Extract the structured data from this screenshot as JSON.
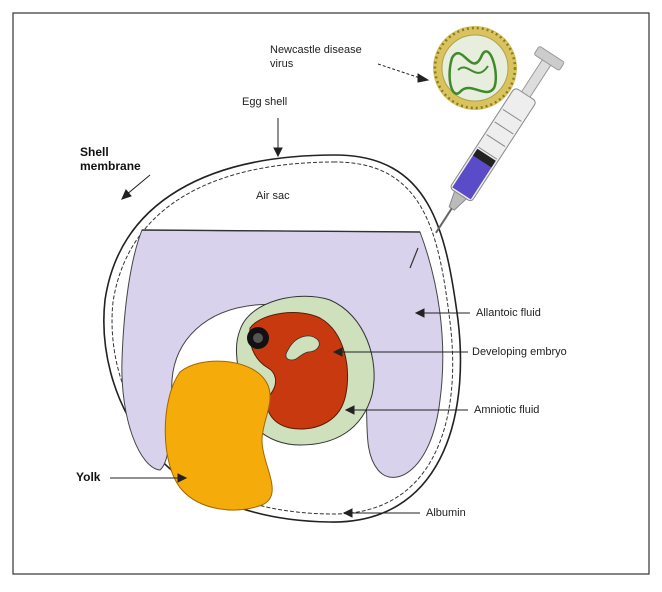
{
  "labels": {
    "newcastle_line1": "Newcastle disease",
    "newcastle_line2": "virus",
    "egg_shell": "Egg shell",
    "shell_membrane_line1": "Shell",
    "shell_membrane_line2": "membrane",
    "air_sac": "Air sac",
    "allantoic_fluid": "Allantoic fluid",
    "developing_embryo": "Developing embryo",
    "amniotic_fluid": "Amniotic fluid",
    "yolk": "Yolk",
    "albumin": "Albumin"
  },
  "colors": {
    "allantoic": "#d8d2ec",
    "amniotic": "#cfe0bd",
    "embryo": "#c8390f",
    "yolk": "#f5ac0a",
    "syringe_liquid": "#5a4bc8",
    "virus_ring": "#d9c35c",
    "virus_core": "#3f8a2c"
  },
  "icons": [
    "syringe-icon",
    "virus-icon"
  ]
}
